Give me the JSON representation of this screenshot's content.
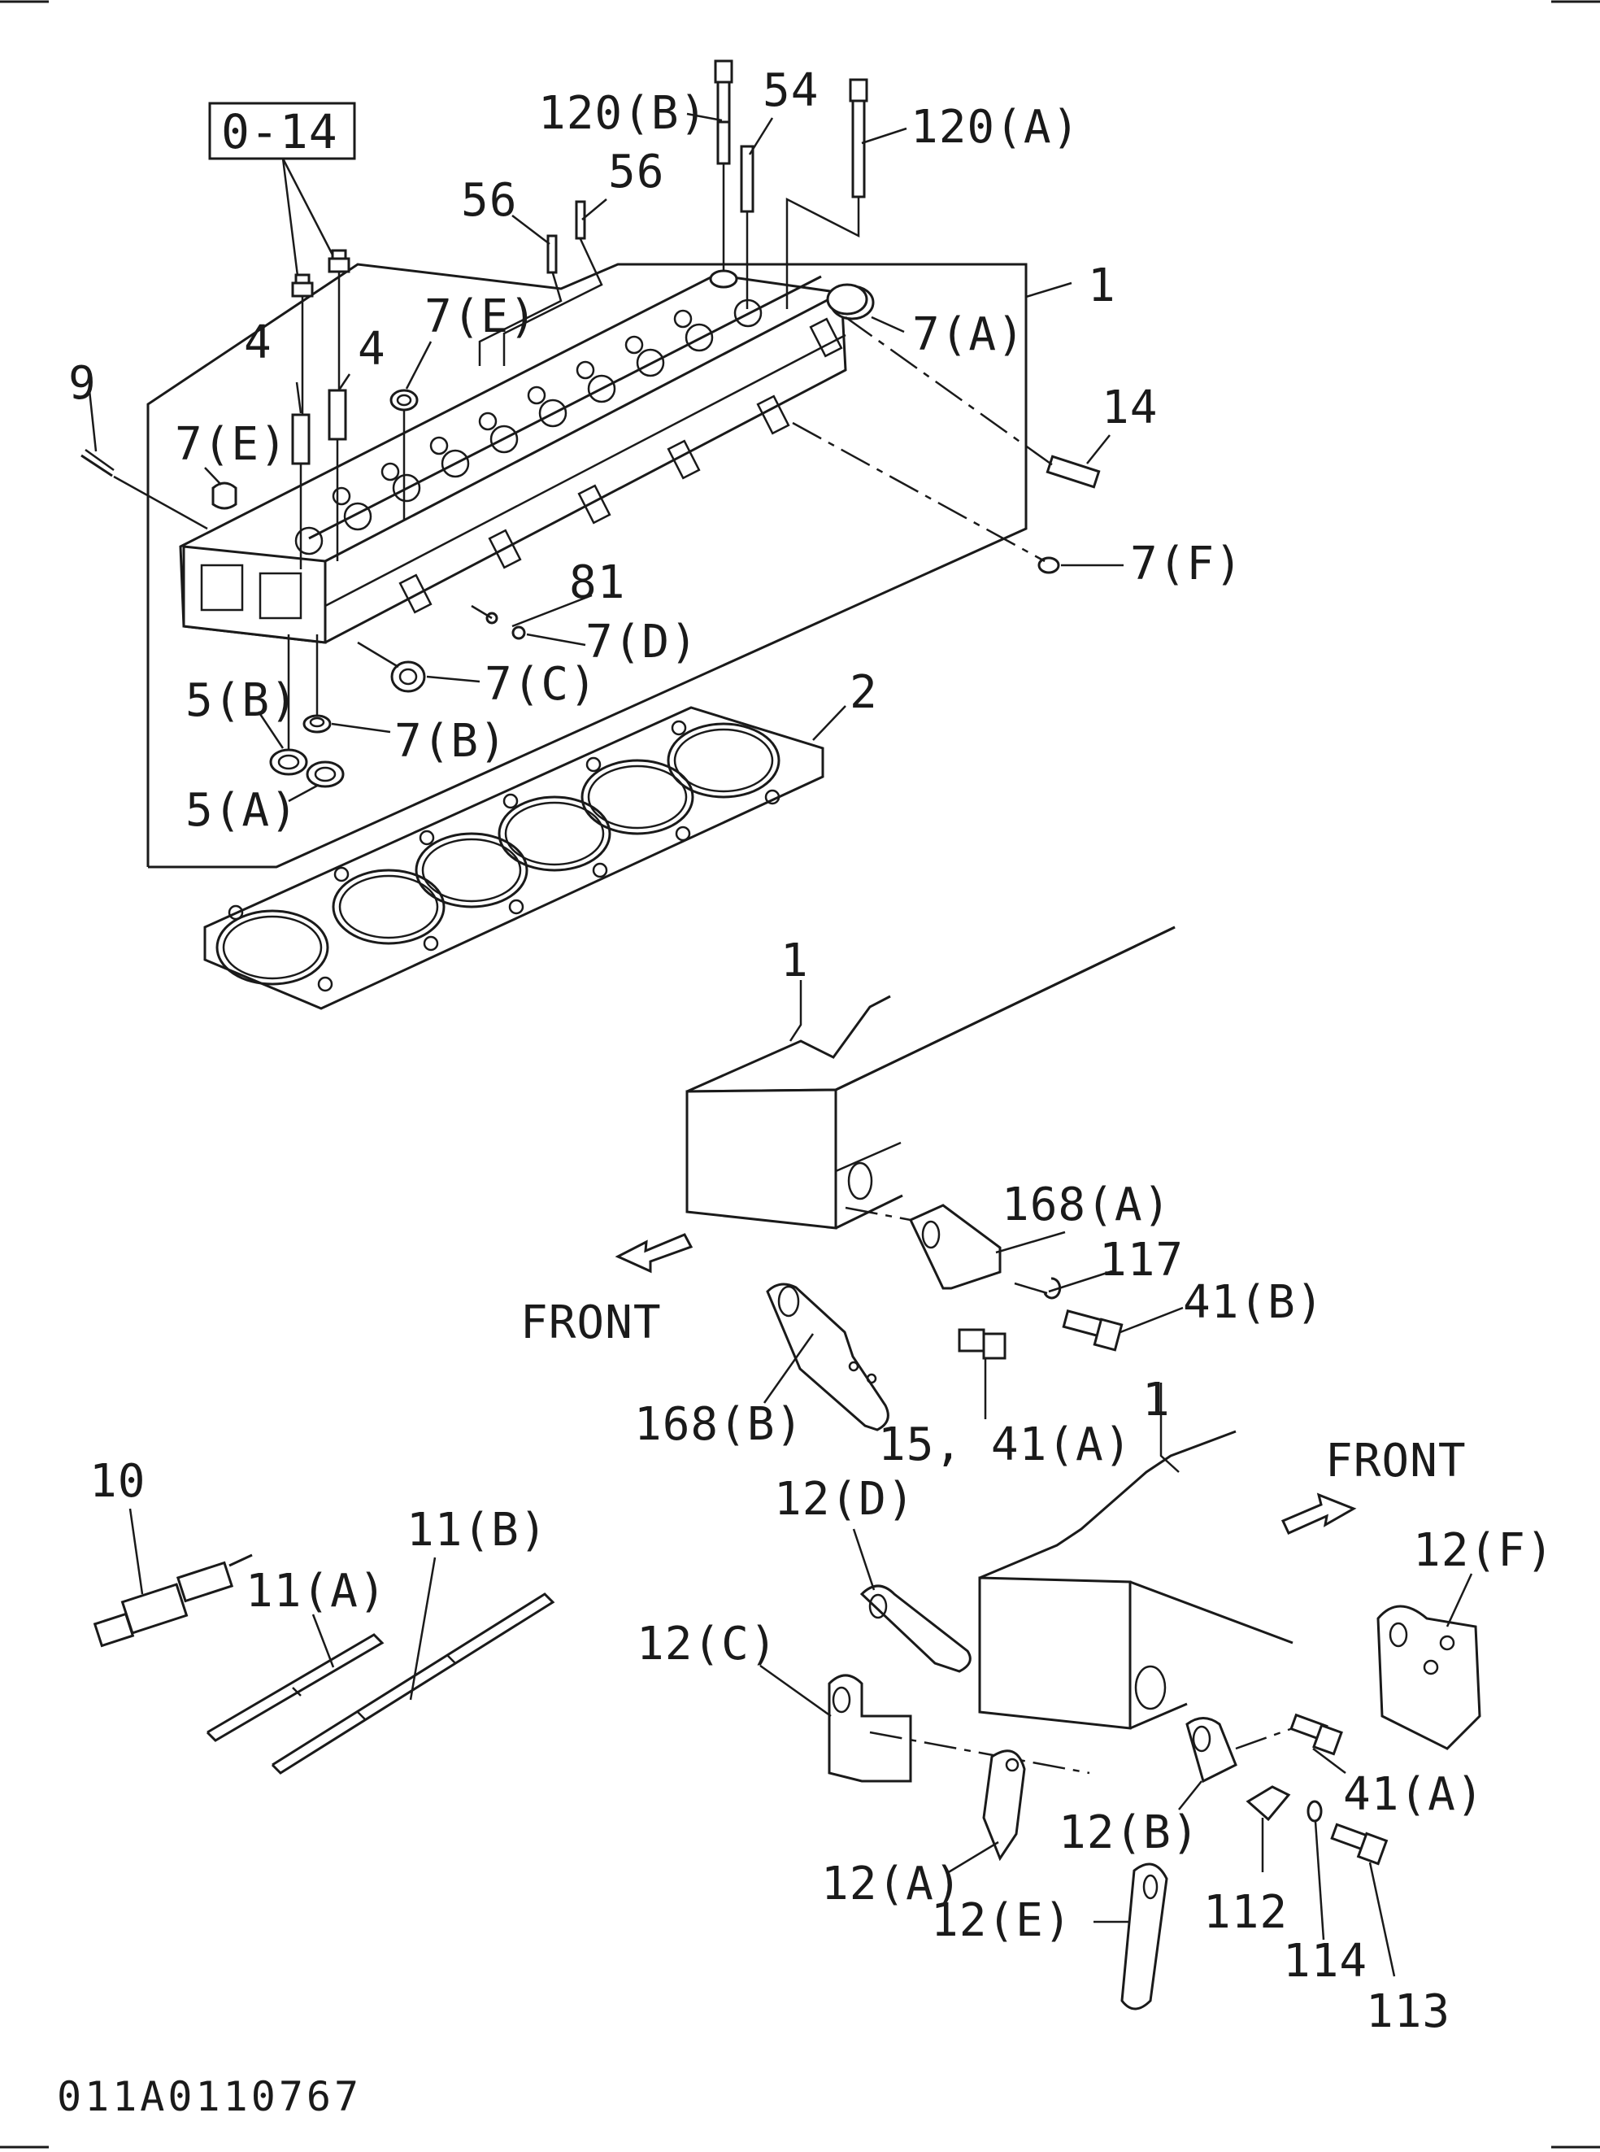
{
  "reference_box": {
    "label": "0-14"
  },
  "document_id": "011A0110767",
  "callouts": [
    {
      "key": "p120b",
      "text": "120(B)"
    },
    {
      "key": "p54",
      "text": "54"
    },
    {
      "key": "p120a",
      "text": "120(A)"
    },
    {
      "key": "p56_left",
      "text": "56"
    },
    {
      "key": "p56_right",
      "text": "56"
    },
    {
      "key": "p1_top",
      "text": "1"
    },
    {
      "key": "p7a",
      "text": "7(A)"
    },
    {
      "key": "p7e_top",
      "text": "7(E)"
    },
    {
      "key": "p4_left",
      "text": "4"
    },
    {
      "key": "p4_right",
      "text": "4"
    },
    {
      "key": "p9",
      "text": "9"
    },
    {
      "key": "p7e_left",
      "text": "7(E)"
    },
    {
      "key": "p14",
      "text": "14"
    },
    {
      "key": "p7f",
      "text": "7(F)"
    },
    {
      "key": "p81",
      "text": "81"
    },
    {
      "key": "p7d",
      "text": "7(D)"
    },
    {
      "key": "p7c",
      "text": "7(C)"
    },
    {
      "key": "p5b",
      "text": "5(B)"
    },
    {
      "key": "p7b",
      "text": "7(B)"
    },
    {
      "key": "p2",
      "text": "2"
    },
    {
      "key": "p5a",
      "text": "5(A)"
    },
    {
      "key": "p1_mid",
      "text": "1"
    },
    {
      "key": "p168a",
      "text": "168(A)"
    },
    {
      "key": "p117",
      "text": "117"
    },
    {
      "key": "p41b",
      "text": "41(B)"
    },
    {
      "key": "front_mid",
      "text": "FRONT"
    },
    {
      "key": "p168b",
      "text": "168(B)"
    },
    {
      "key": "p15_41a",
      "text": "15, 41(A)"
    },
    {
      "key": "p1_low",
      "text": "1"
    },
    {
      "key": "front_low",
      "text": "FRONT"
    },
    {
      "key": "p10",
      "text": "10"
    },
    {
      "key": "p11b",
      "text": "11(B)"
    },
    {
      "key": "p11a",
      "text": "11(A)"
    },
    {
      "key": "p12d",
      "text": "12(D)"
    },
    {
      "key": "p12f",
      "text": "12(F)"
    },
    {
      "key": "p12c",
      "text": "12(C)"
    },
    {
      "key": "p41a",
      "text": "41(A)"
    },
    {
      "key": "p12b",
      "text": "12(B)"
    },
    {
      "key": "p12a",
      "text": "12(A)"
    },
    {
      "key": "p112",
      "text": "112"
    },
    {
      "key": "p12e",
      "text": "12(E)"
    },
    {
      "key": "p114",
      "text": "114"
    },
    {
      "key": "p113",
      "text": "113"
    }
  ]
}
